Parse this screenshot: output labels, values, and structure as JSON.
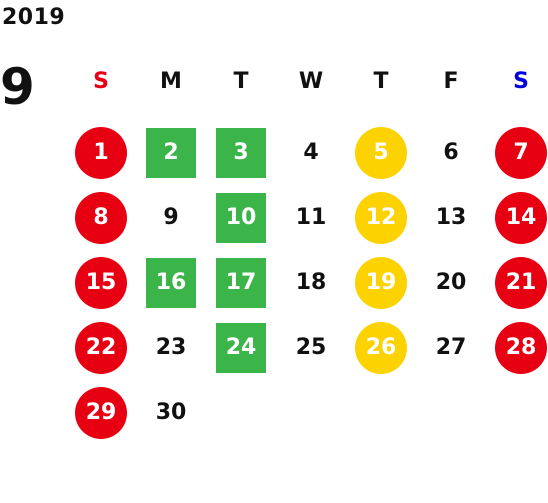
{
  "calendar": {
    "year": "2019",
    "month": "9",
    "weekdays": [
      {
        "label": "S",
        "color": "#e60012"
      },
      {
        "label": "M",
        "color": "#111111"
      },
      {
        "label": "T",
        "color": "#111111"
      },
      {
        "label": "W",
        "color": "#111111"
      },
      {
        "label": "T",
        "color": "#111111"
      },
      {
        "label": "F",
        "color": "#111111"
      },
      {
        "label": "S",
        "color": "#0000dd"
      }
    ],
    "weeks": [
      [
        {
          "day": "1",
          "style": "red"
        },
        {
          "day": "2",
          "style": "green"
        },
        {
          "day": "3",
          "style": "green"
        },
        {
          "day": "4",
          "style": "plain"
        },
        {
          "day": "5",
          "style": "yellow"
        },
        {
          "day": "6",
          "style": "plain"
        },
        {
          "day": "7",
          "style": "red"
        }
      ],
      [
        {
          "day": "8",
          "style": "red"
        },
        {
          "day": "9",
          "style": "plain"
        },
        {
          "day": "10",
          "style": "green"
        },
        {
          "day": "11",
          "style": "plain"
        },
        {
          "day": "12",
          "style": "yellow"
        },
        {
          "day": "13",
          "style": "plain"
        },
        {
          "day": "14",
          "style": "red"
        }
      ],
      [
        {
          "day": "15",
          "style": "red"
        },
        {
          "day": "16",
          "style": "green"
        },
        {
          "day": "17",
          "style": "green"
        },
        {
          "day": "18",
          "style": "plain"
        },
        {
          "day": "19",
          "style": "yellow"
        },
        {
          "day": "20",
          "style": "plain"
        },
        {
          "day": "21",
          "style": "red"
        }
      ],
      [
        {
          "day": "22",
          "style": "red"
        },
        {
          "day": "23",
          "style": "plain"
        },
        {
          "day": "24",
          "style": "green"
        },
        {
          "day": "25",
          "style": "plain"
        },
        {
          "day": "26",
          "style": "yellow"
        },
        {
          "day": "27",
          "style": "plain"
        },
        {
          "day": "28",
          "style": "red"
        }
      ],
      [
        {
          "day": "29",
          "style": "red"
        },
        {
          "day": "30",
          "style": "plain"
        }
      ]
    ]
  }
}
